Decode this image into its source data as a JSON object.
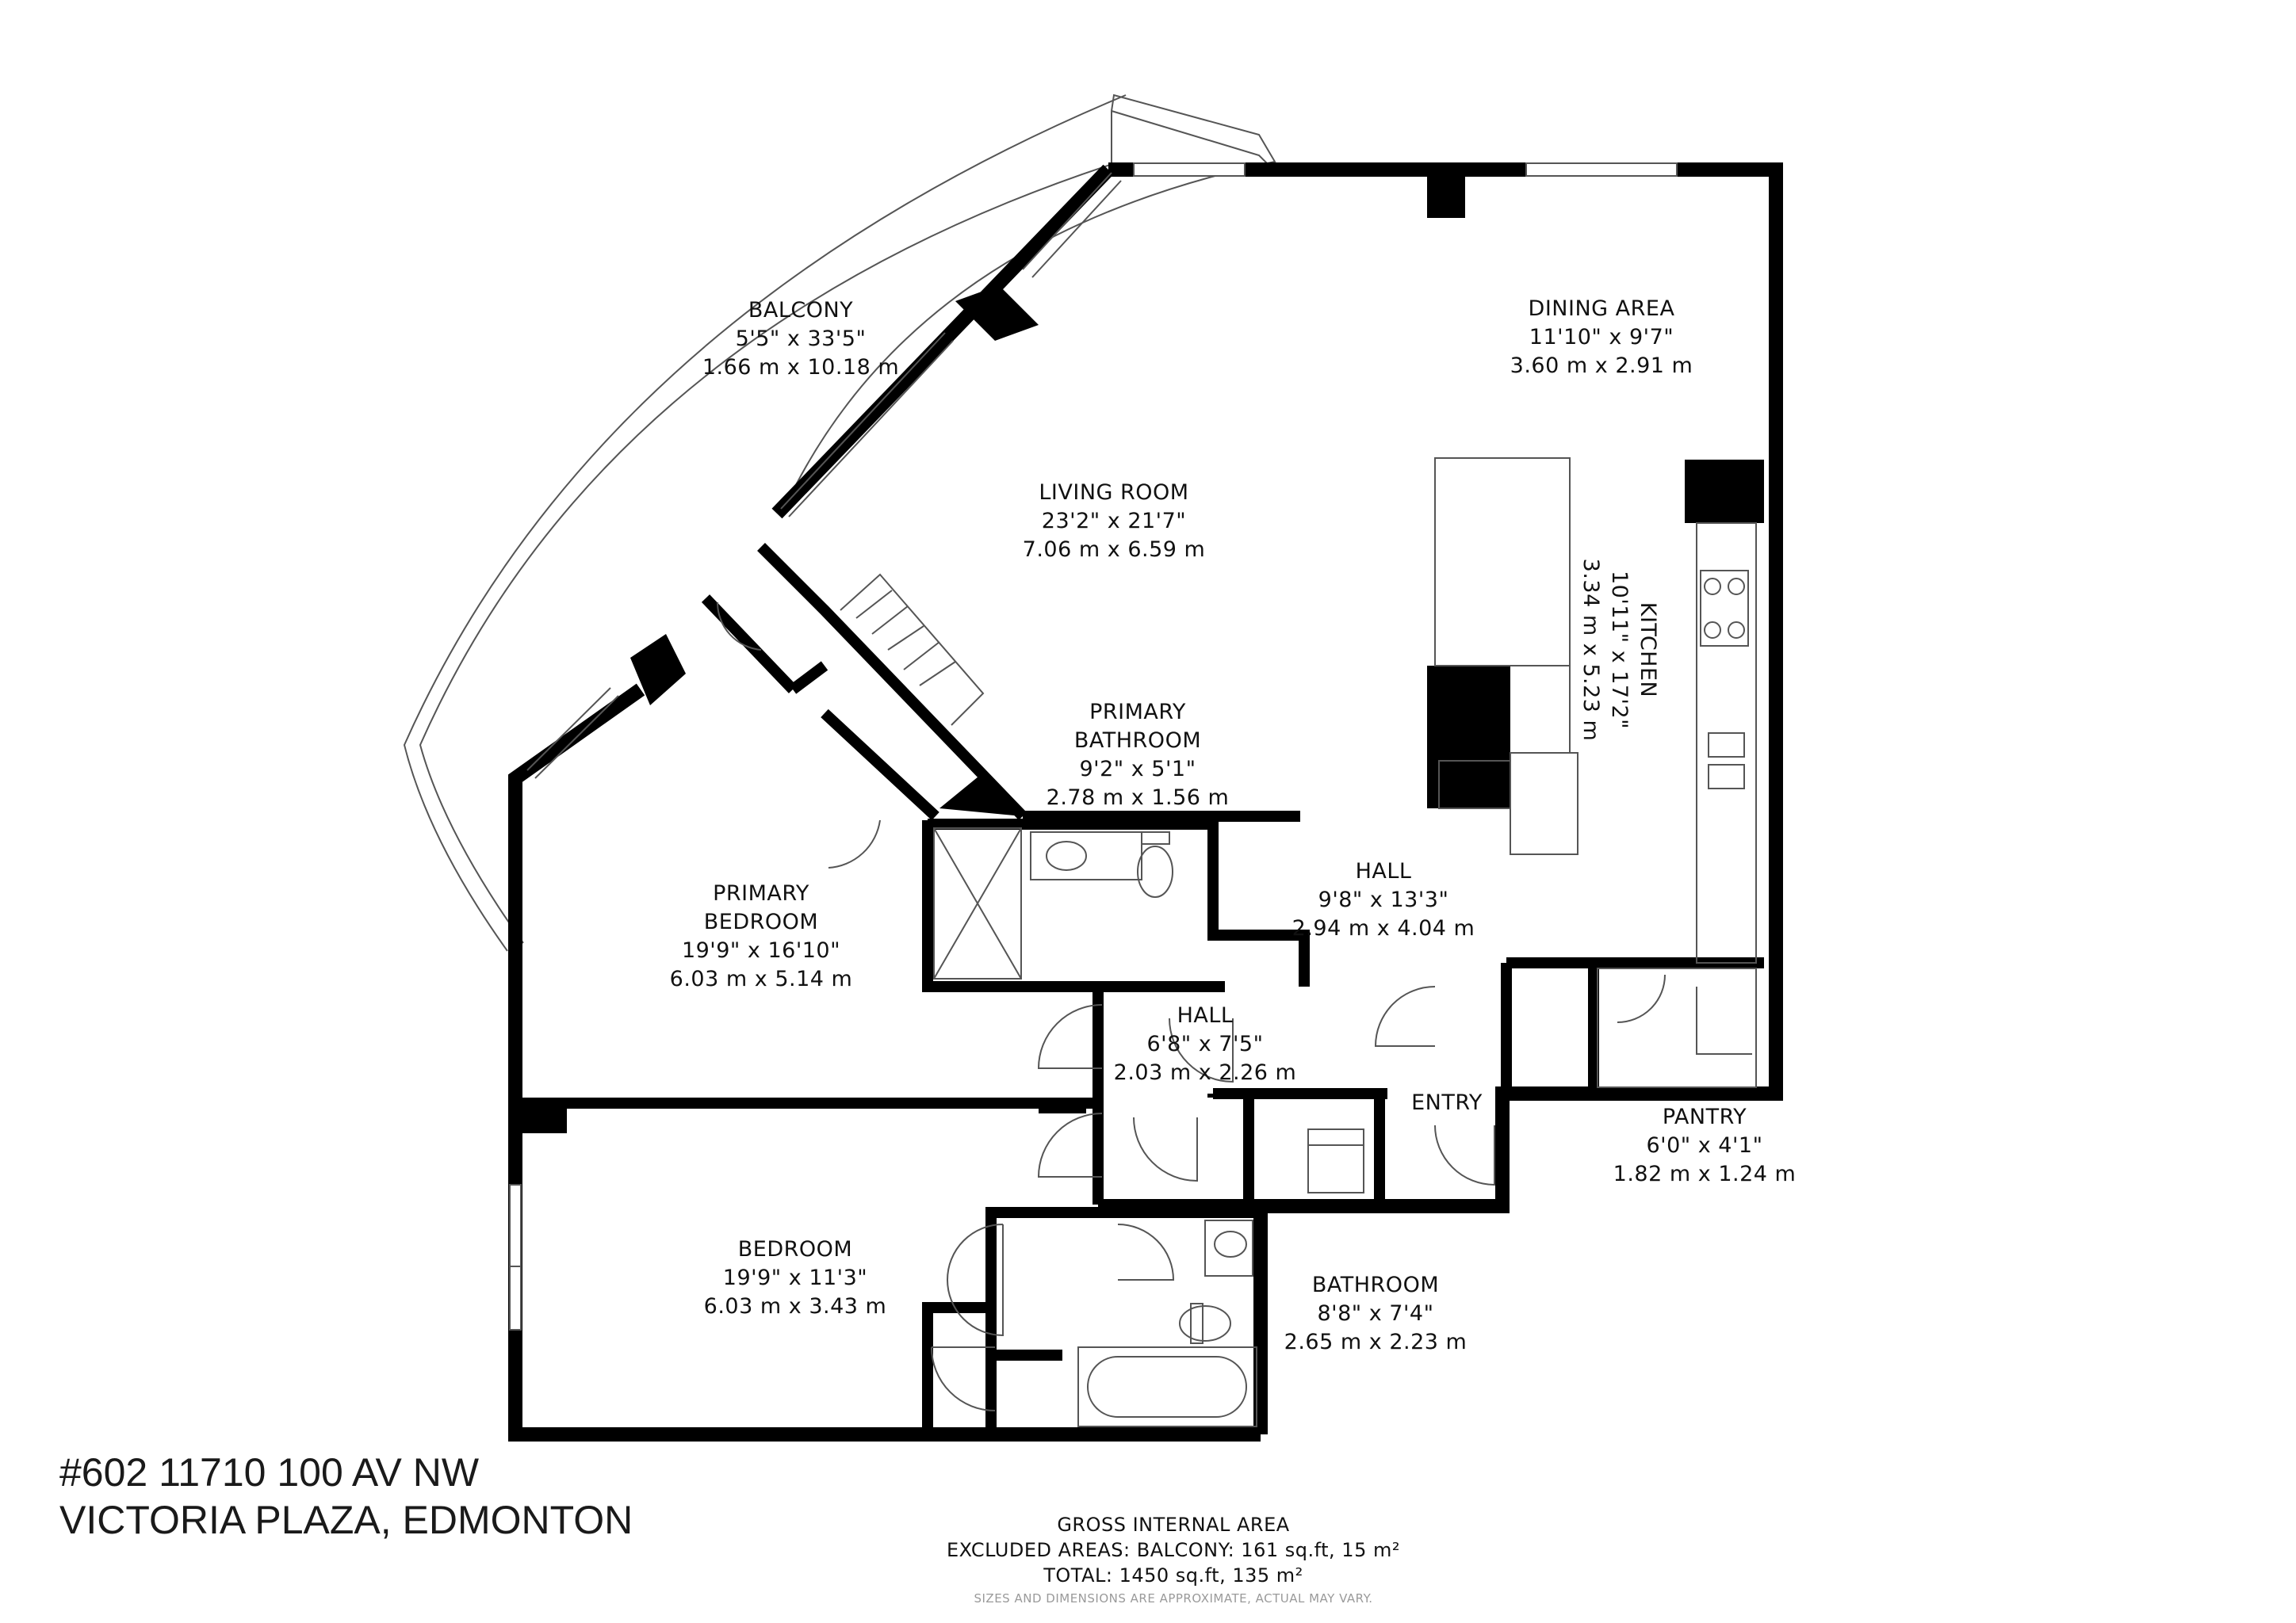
{
  "rooms": {
    "balcony": {
      "name": "BALCONY",
      "imperial": "5'5\" x 33'5\"",
      "metric": "1.66 m x 10.18 m"
    },
    "dining": {
      "name": "DINING AREA",
      "imperial": "11'10\" x 9'7\"",
      "metric": "3.60 m x 2.91 m"
    },
    "living": {
      "name": "LIVING ROOM",
      "imperial": "23'2\" x 21'7\"",
      "metric": "7.06 m x 6.59 m"
    },
    "kitchen": {
      "name": "KITCHEN",
      "imperial": "10'11\" x 17'2\"",
      "metric": "3.34 m x 5.23 m"
    },
    "primary_bathroom": {
      "name_line1": "PRIMARY",
      "name_line2": "BATHROOM",
      "imperial": "9'2\" x 5'1\"",
      "metric": "2.78 m x 1.56 m"
    },
    "hall_main": {
      "name": "HALL",
      "imperial": "9'8\" x 13'3\"",
      "metric": "2.94 m x 4.04 m"
    },
    "primary_bedroom": {
      "name_line1": "PRIMARY",
      "name_line2": "BEDROOM",
      "imperial": "19'9\" x 16'10\"",
      "metric": "6.03 m x 5.14 m"
    },
    "hall_small": {
      "name": "HALL",
      "imperial": "6'8\" x 7'5\"",
      "metric": "2.03 m x 2.26 m"
    },
    "entry": {
      "name": "ENTRY"
    },
    "pantry": {
      "name": "PANTRY",
      "imperial": "6'0\" x 4'1\"",
      "metric": "1.82 m x 1.24 m"
    },
    "bedroom": {
      "name": "BEDROOM",
      "imperial": "19'9\" x 11'3\"",
      "metric": "6.03 m x 3.43 m"
    },
    "bathroom": {
      "name": "BATHROOM",
      "imperial": "8'8\" x 7'4\"",
      "metric": "2.65 m x 2.23 m"
    }
  },
  "address": {
    "line1": "#602 11710 100 AV NW",
    "line2": "VICTORIA PLAZA, EDMONTON"
  },
  "area_summary": {
    "title": "GROSS INTERNAL AREA",
    "excluded": "EXCLUDED AREAS: BALCONY: 161 sq.ft, 15 m²",
    "total": "TOTAL: 1450 sq.ft, 135 m²",
    "disclaimer": "SIZES AND DIMENSIONS ARE APPROXIMATE, ACTUAL MAY VARY."
  },
  "colors": {
    "wall": "#000000",
    "background": "#ffffff",
    "line": "#555555"
  }
}
